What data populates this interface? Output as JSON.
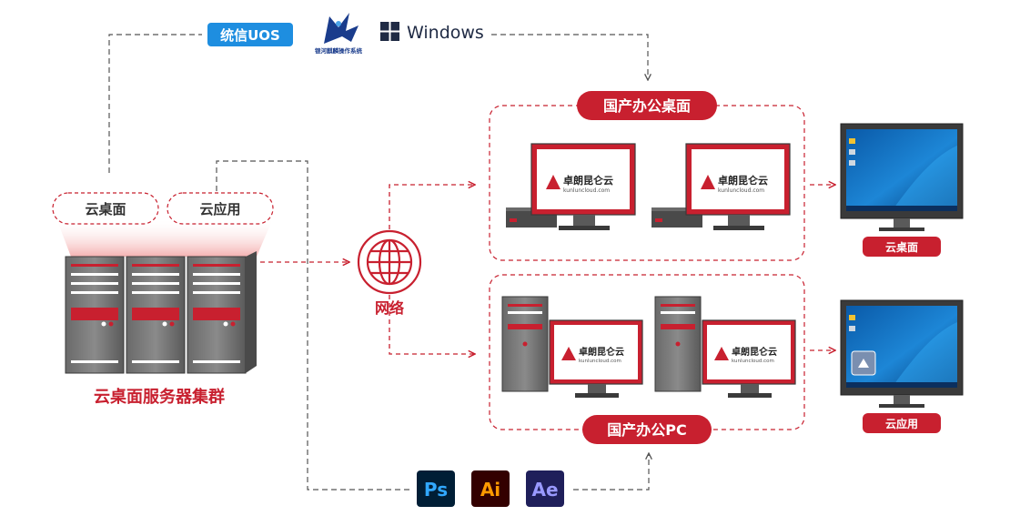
{
  "os_logos": {
    "uos_label": "统信UOS",
    "kylin_label": "银河麒麟操作系统",
    "windows_label": "Windows"
  },
  "server_cluster": {
    "label": "云桌面服务器集群",
    "tag_desktop": "云桌面",
    "tag_app": "云应用"
  },
  "network": {
    "label": "网络"
  },
  "office_desktop_group": {
    "title": "国产办公桌面",
    "screen_brand": "卓朗昆仑云",
    "screen_url": "kunluncloud.com"
  },
  "office_pc_group": {
    "title": "国产办公PC",
    "screen_brand": "卓朗昆仑云",
    "screen_url": "kunluncloud.com"
  },
  "outputs": {
    "desktop_label": "云桌面",
    "app_label": "云应用"
  },
  "app_logos": {
    "ps": "Ps",
    "ai": "Ai",
    "ae": "Ae"
  },
  "colors": {
    "accent_red": "#c8202f",
    "dashed_gray": "#555555",
    "uos_blue": "#1e8ee0",
    "ps_bg": "#001e36",
    "ps_fg": "#31a8ff",
    "ai_bg": "#330000",
    "ai_fg": "#ff9a00",
    "ae_bg": "#1f1f5a",
    "ae_fg": "#9999ff"
  }
}
